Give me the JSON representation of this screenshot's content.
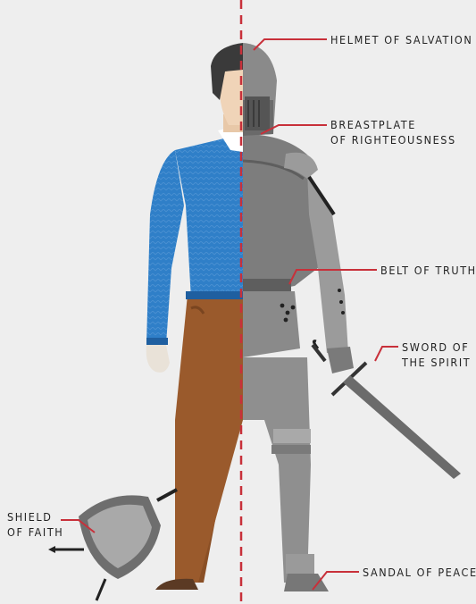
{
  "labels": {
    "helmet": "HELMET OF SALVATION",
    "breastplate_1": "BREASTPLATE",
    "breastplate_2": "OF RIGHTEOUSNESS",
    "belt": "BELT OF TRUTH",
    "sword_1": "SWORD OF",
    "sword_2": "THE SPIRIT",
    "shield_1": "SHIELD",
    "shield_2": "OF FAITH",
    "sandal": "SANDAL OF PEACE"
  },
  "colors": {
    "background": "#eeeeee",
    "accent_red": "#c8303a",
    "sweater_blue": "#2f7fc8",
    "pants_brown": "#9a5a2c",
    "armor_grey": "#8f8f8f",
    "armor_dark": "#6e6e6e",
    "hair": "#3a3a3a",
    "skin": "#f0d4b8"
  }
}
